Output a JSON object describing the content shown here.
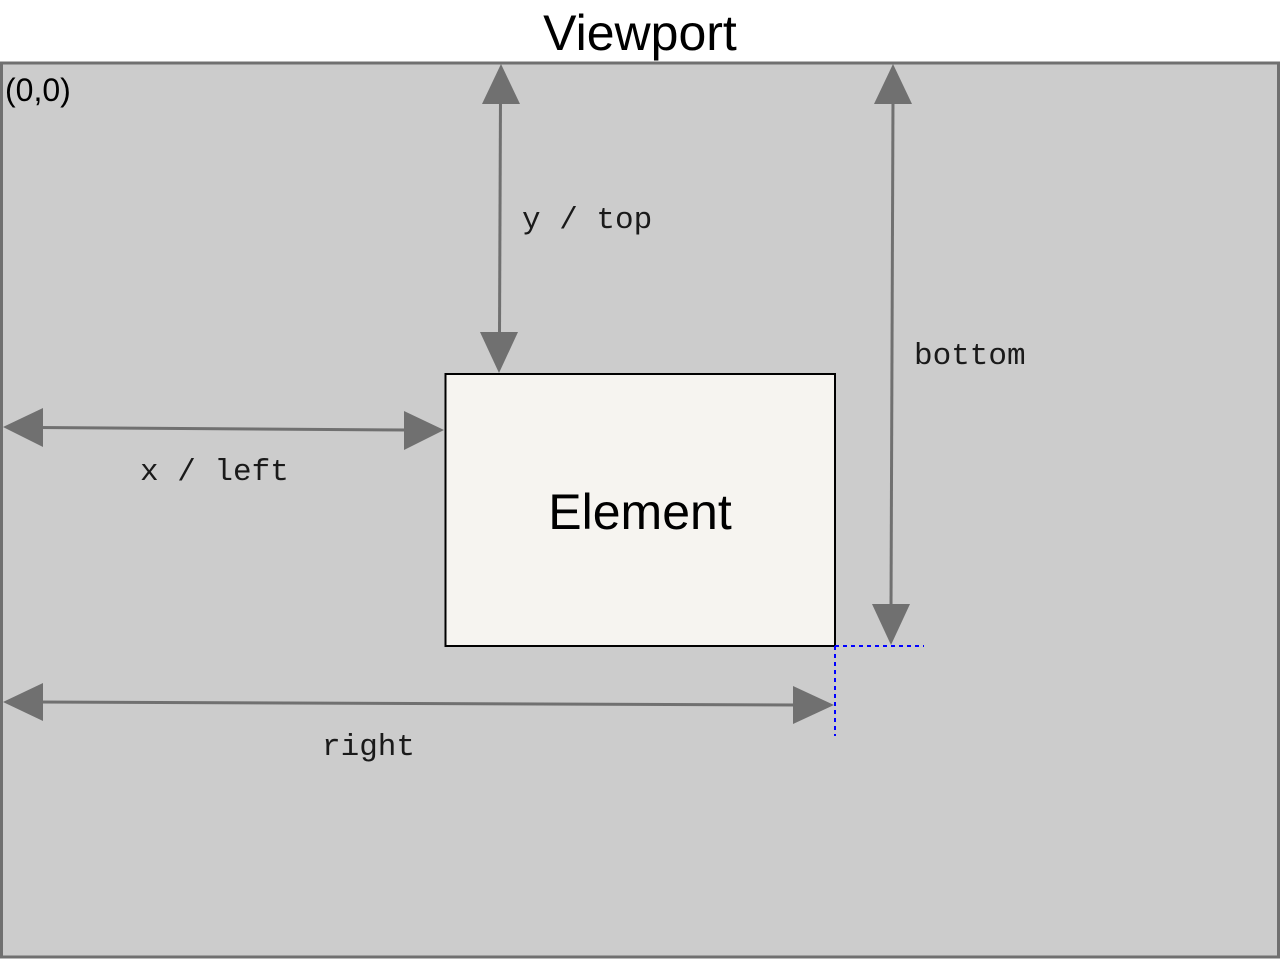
{
  "title": "Viewport",
  "origin_label": "(0,0)",
  "element_label": "Element",
  "dimension_labels": {
    "top": "y / top",
    "left": "x / left",
    "right": "right",
    "bottom": "bottom"
  },
  "colors": {
    "viewport_fill": "#cccccc",
    "viewport_border": "#707070",
    "element_fill": "#f6f4f0",
    "element_border": "#000000",
    "arrow": "#707070",
    "guide_line": "#0000ff"
  }
}
